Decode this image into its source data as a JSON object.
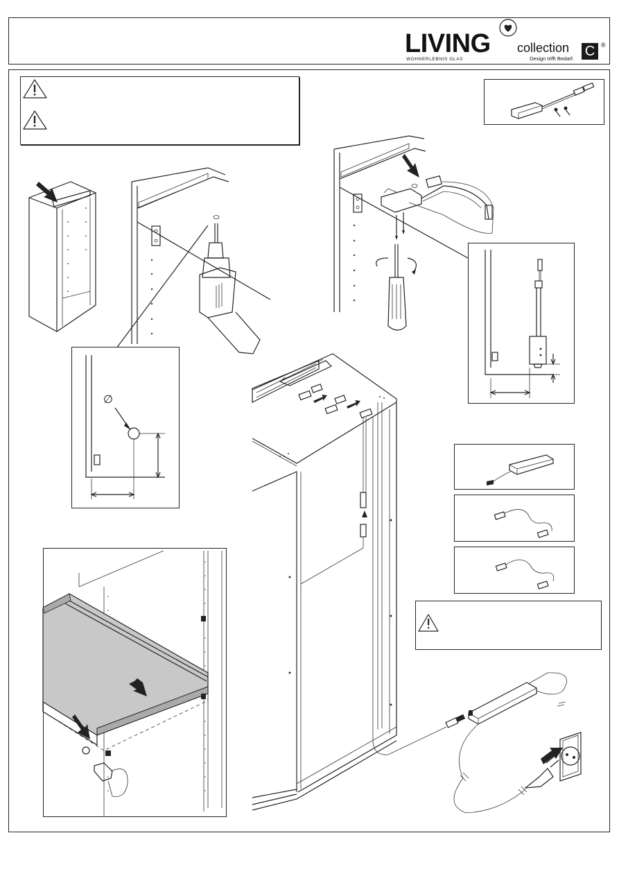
{
  "header": {
    "brand_name": "LIVING",
    "brand_subtitle": "WOHNERLEBNIS GLAS",
    "collection_name": "collection",
    "collection_tagline": "Design trifft Bedarf.",
    "collection_badge": "C",
    "registered_mark": "®"
  },
  "icons": {
    "warning": "warning-triangle-icon",
    "logo_heart": "heart-circle-icon",
    "arrow": "pointer-arrow-icon"
  },
  "symbols": {
    "diameter": "∅"
  },
  "colors": {
    "ink": "#222222",
    "shelf_glass": "#c8c8c8",
    "background": "#ffffff"
  }
}
